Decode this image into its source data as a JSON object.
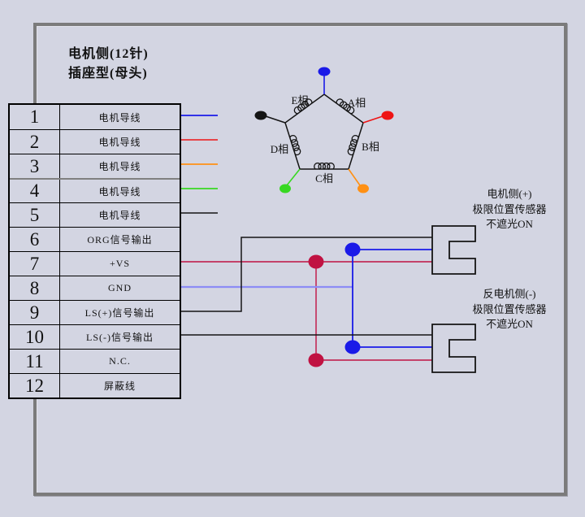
{
  "colors": {
    "background": "#d3d5e2",
    "frame": "#7b7b7b",
    "blue": "#1a1ae8",
    "blue_light": "#8c8cf5",
    "red": "#ee1414",
    "orange": "#ff9014",
    "green": "#38d822",
    "black": "#141414",
    "crimson": "#c01242"
  },
  "title": {
    "line1": "电机侧(12针)",
    "line2": "插座型(母头)"
  },
  "connector_table": {
    "rows": [
      {
        "pin": "1",
        "label": "电机导线"
      },
      {
        "pin": "2",
        "label": "电机导线"
      },
      {
        "pin": "3",
        "label": "电机导线"
      },
      {
        "pin": "4",
        "label": "电机导线"
      },
      {
        "pin": "5",
        "label": "电机导线"
      },
      {
        "pin": "6",
        "label": "ORG信号输出"
      },
      {
        "pin": "7",
        "label": "+VS"
      },
      {
        "pin": "8",
        "label": "GND"
      },
      {
        "pin": "9",
        "label": "LS(+)信号输出"
      },
      {
        "pin": "10",
        "label": "LS(-)信号输出"
      },
      {
        "pin": "11",
        "label": "N.C."
      },
      {
        "pin": "12",
        "label": "屏蔽线"
      }
    ]
  },
  "motor_diagram": {
    "phases": [
      {
        "label": "E相"
      },
      {
        "label": "A相"
      },
      {
        "label": "B相"
      },
      {
        "label": "C相"
      },
      {
        "label": "D相"
      }
    ]
  },
  "sensors": {
    "top": {
      "line1": "电机侧(+)",
      "line2": "极限位置传感器",
      "line3": "不遮光ON"
    },
    "bottom": {
      "line1": "反电机侧(-)",
      "line2": "极限位置传感器",
      "line3": "不遮光ON"
    }
  }
}
